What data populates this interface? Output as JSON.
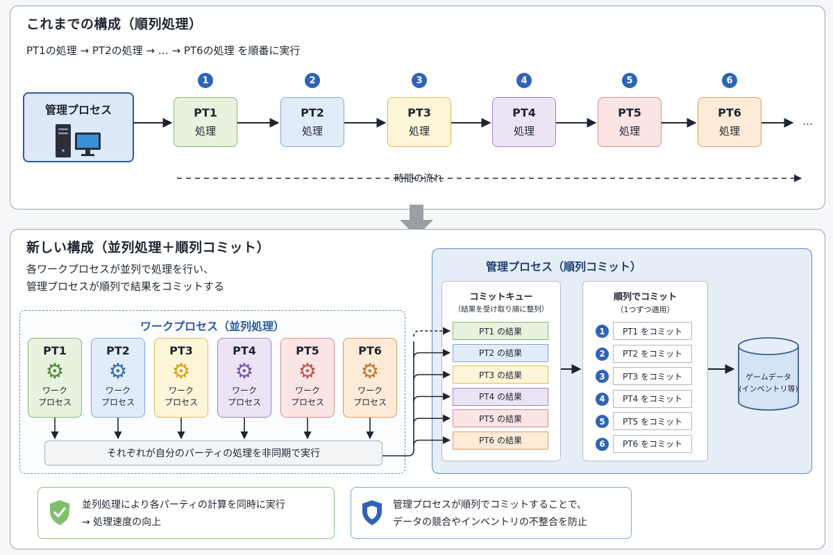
{
  "old": {
    "title": "これまでの構成（順列処理）",
    "desc": "PT1の処理 → PT2の処理 → … → PT6の処理 を順番に実行",
    "manager": "管理プロセス",
    "steps": [
      {
        "num": "1",
        "name": "PT1",
        "label": "処理",
        "bg": "#e6f3df",
        "border": "#86b56f"
      },
      {
        "num": "2",
        "name": "PT2",
        "label": "処理",
        "bg": "#e1ecf8",
        "border": "#7ea6d3"
      },
      {
        "num": "3",
        "name": "PT3",
        "label": "処理",
        "bg": "#fdf5d8",
        "border": "#d8bd5a"
      },
      {
        "num": "4",
        "name": "PT4",
        "label": "処理",
        "bg": "#ece3f5",
        "border": "#9f82c4"
      },
      {
        "num": "5",
        "name": "PT5",
        "label": "処理",
        "bg": "#fbe4e4",
        "border": "#d98c8c"
      },
      {
        "num": "6",
        "name": "PT6",
        "label": "処理",
        "bg": "#fdebd8",
        "border": "#dc9b57"
      }
    ],
    "ellipsis": "…",
    "timeline": "時間の流れ"
  },
  "new": {
    "title": "新しい構成（並列処理＋順列コミット）",
    "desc1": "各ワークプロセスが並列で処理を行い、",
    "desc2": "管理プロセスが順列で結果をコミットする",
    "work_title": "ワークプロセス（並列処理）",
    "workers": [
      {
        "name": "PT1",
        "l1": "ワーク",
        "l2": "プロセス",
        "bg": "#e6f3df",
        "border": "#86b56f",
        "gear": "#4f8a3a"
      },
      {
        "name": "PT2",
        "l1": "ワーク",
        "l2": "プロセス",
        "bg": "#e1ecf8",
        "border": "#7ea6d3",
        "gear": "#3d6fa8"
      },
      {
        "name": "PT3",
        "l1": "ワーク",
        "l2": "プロセス",
        "bg": "#fdf5d8",
        "border": "#d8bd5a",
        "gear": "#d6a21c"
      },
      {
        "name": "PT4",
        "l1": "ワーク",
        "l2": "プロセス",
        "bg": "#ece3f5",
        "border": "#9f82c4",
        "gear": "#7b59a8"
      },
      {
        "name": "PT5",
        "l1": "ワーク",
        "l2": "プロセス",
        "bg": "#fbe4e4",
        "border": "#d98c8c",
        "gear": "#c25656"
      },
      {
        "name": "PT6",
        "l1": "ワーク",
        "l2": "プロセス",
        "bg": "#fdebd8",
        "border": "#dc9b57",
        "gear": "#c9762b"
      }
    ],
    "async": "それぞれが自分のパーティの処理を非同期で実行",
    "mgr_title": "管理プロセス（順列コミット）",
    "queue_title": "コミットキュー",
    "queue_sub": "（結果を受け取り順に整列）",
    "queue": [
      {
        "label": "PT1 の結果",
        "bg": "#e6f3df",
        "border": "#86b56f"
      },
      {
        "label": "PT2 の結果",
        "bg": "#e1ecf8",
        "border": "#7ea6d3"
      },
      {
        "label": "PT3 の結果",
        "bg": "#fdf5d8",
        "border": "#d8bd5a"
      },
      {
        "label": "PT4 の結果",
        "bg": "#ece3f5",
        "border": "#9f82c4"
      },
      {
        "label": "PT5 の結果",
        "bg": "#fbe4e4",
        "border": "#d98c8c"
      },
      {
        "label": "PT6 の結果",
        "bg": "#fdebd8",
        "border": "#dc9b57"
      }
    ],
    "commit_title": "順列でコミット",
    "commit_sub": "（1つずつ適用）",
    "commits": [
      {
        "num": "1",
        "label": "PT1 をコミット"
      },
      {
        "num": "2",
        "label": "PT2 をコミット"
      },
      {
        "num": "3",
        "label": "PT3 をコミット"
      },
      {
        "num": "4",
        "label": "PT4 をコミット"
      },
      {
        "num": "5",
        "label": "PT5 をコミット"
      },
      {
        "num": "6",
        "label": "PT6 をコミット"
      }
    ],
    "db1": "ゲームデータ",
    "db2": "(インベントリ等)",
    "benefit1_l1": "並列処理により各パーティの計算を同時に実行",
    "benefit1_l2": "→ 処理速度の向上",
    "benefit2_l1": "管理プロセスが順列でコミットすることで、",
    "benefit2_l2": "データの競合やインベントリの不整合を防止"
  },
  "colors": {
    "accent": "#2f63b8",
    "manager_bg": "#dde9f7",
    "manager_border": "#2c5a9e"
  }
}
